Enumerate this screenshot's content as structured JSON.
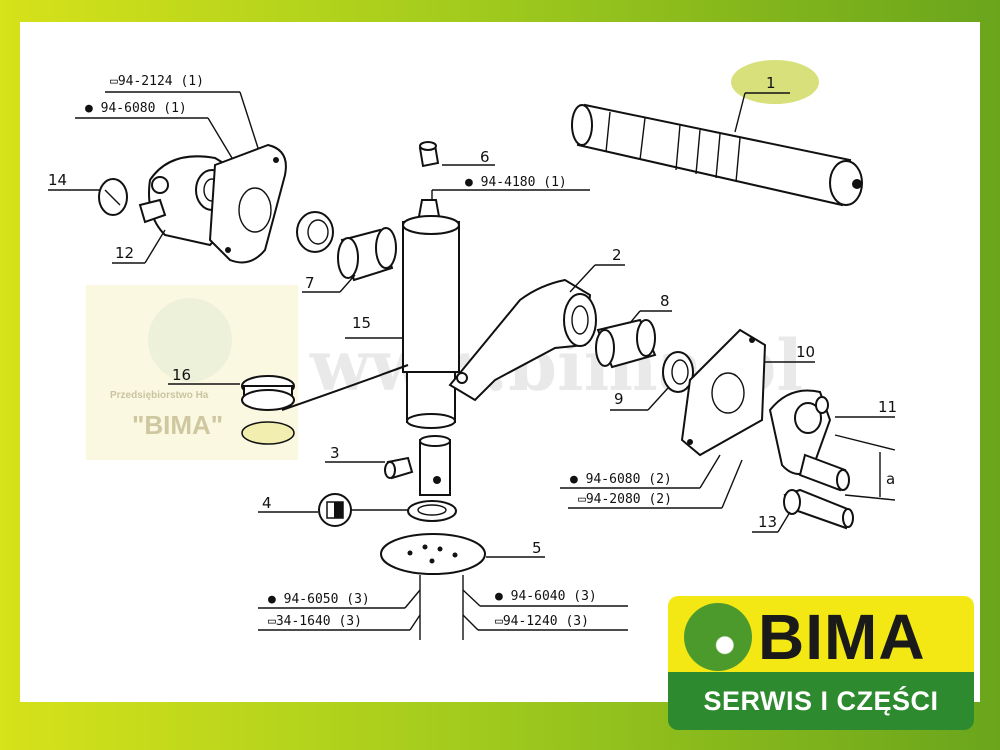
{
  "watermark": {
    "site": "www.bima.pl",
    "company_line": "Przedsiębiorstwo Ha",
    "brand": "\"BIMA\""
  },
  "callouts": {
    "p1": "1",
    "p2": "2",
    "p3": "3",
    "p4": "4",
    "p5": "5",
    "p6": "6",
    "p7": "7",
    "p8": "8",
    "p9": "9",
    "p10": "10",
    "p11": "11",
    "p12": "12",
    "p13": "13",
    "p14": "14",
    "p15": "15",
    "p16": "16",
    "dim_a": "a"
  },
  "references": {
    "r_2124": "▭94-2124 (1)",
    "r_6080a": "● 94-6080 (1)",
    "r_4180": "● 94-4180 (1)",
    "r_6080b": "● 94-6080 (2)",
    "r_2080": "▭94-2080 (2)",
    "r_6050": "● 94-6050 (3)",
    "r_1640": "▭34-1640 (3)",
    "r_6040": "● 94-6040 (3)",
    "r_1240": "▭94-1240 (3)"
  },
  "logo": {
    "word": "BIMA",
    "tagline": "SERWIS I CZĘŚCI"
  },
  "colors": {
    "frame_left": "#d6e21a",
    "frame_right": "#6aa51c",
    "logo_yellow": "#f3e814",
    "logo_green": "#2e8a2e",
    "highlight": "#d7e07a"
  }
}
